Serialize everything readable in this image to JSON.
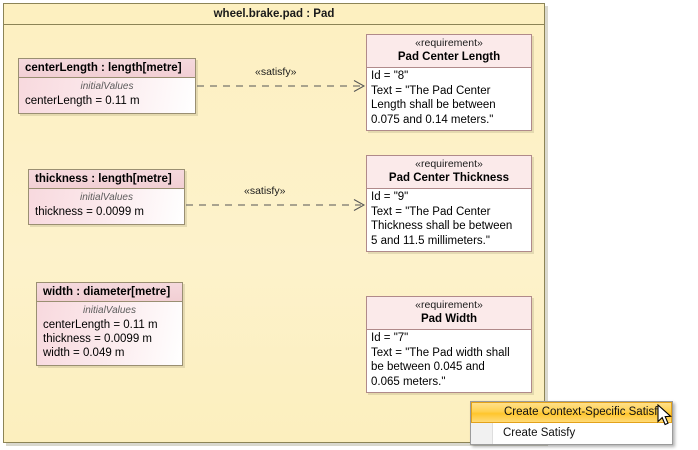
{
  "diagram": {
    "title": "wheel.brake.pad : Pad",
    "compartment_label": "initialValues",
    "frame_color": "#8c8456",
    "frame_fill": "#fdf0c2"
  },
  "parts": [
    {
      "name": "centerLength : length[metre]",
      "compartment": "initialValues",
      "values": [
        "centerLength = 0.11 m"
      ]
    },
    {
      "name": "thickness : length[metre]",
      "compartment": "initialValues",
      "values": [
        "thickness = 0.0099 m"
      ]
    },
    {
      "name": "width : diameter[metre]",
      "compartment": "initialValues",
      "values": [
        "centerLength = 0.11 m",
        "thickness = 0.0099 m",
        "width = 0.049 m"
      ]
    }
  ],
  "requirements": [
    {
      "stereotype": "«requirement»",
      "name": "Pad Center Length",
      "lines": [
        "Id = \"8\"",
        "Text = \"The Pad Center",
        "Length shall be between",
        "0.075 and 0.14 meters.\""
      ]
    },
    {
      "stereotype": "«requirement»",
      "name": "Pad Center Thickness",
      "lines": [
        "Id = \"9\"",
        "Text = \"The Pad Center",
        "Thickness shall be between",
        "5 and 11.5 millimeters.\""
      ]
    },
    {
      "stereotype": "«requirement»",
      "name": "Pad Width",
      "lines": [
        "Id = \"7\"",
        "Text = \"The Pad width shall",
        "be between 0.045 and",
        "0.065 meters.\""
      ]
    }
  ],
  "connectors": [
    {
      "label": "«satisfy»"
    },
    {
      "label": "«satisfy»"
    }
  ],
  "context_menu": {
    "items": [
      {
        "label": "Create Context-Specific Satisfy",
        "selected": true
      },
      {
        "label": "Create Satisfy",
        "selected": false
      }
    ],
    "highlight_color": "#ffc62c"
  },
  "cursor": {
    "icon": "mouse-pointer-icon"
  }
}
